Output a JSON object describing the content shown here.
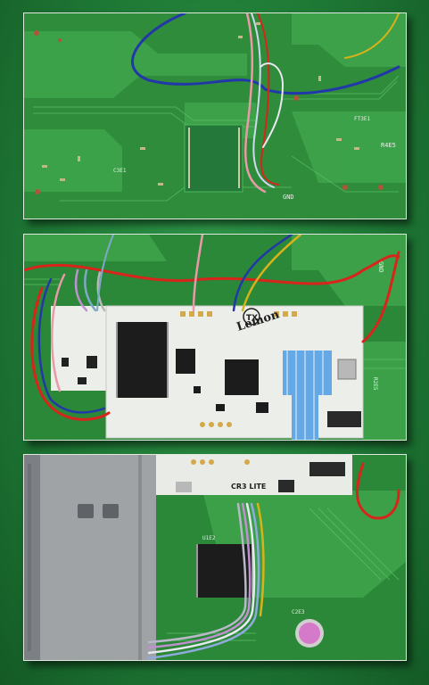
{
  "panels": [
    {
      "id": "top"
    },
    {
      "id": "middle",
      "board": {
        "logo": "Lemon",
        "mark": "TX"
      }
    },
    {
      "id": "bottom",
      "board": {
        "brand": "CR3 LITE"
      },
      "labels": {
        "chip": "U1E2",
        "cap": "C2E3"
      }
    }
  ],
  "silkscreen": {
    "gnd": "GND",
    "r1": "R4E5",
    "r2": "C3E1",
    "r3": "FT3E1",
    "r4": "R2E5"
  },
  "colors": {
    "board_green": "#2d8a3a",
    "trace_green": "#3fa24c",
    "board_white": "#eceeea",
    "wire_red": "#d8251c",
    "wire_blue": "#2338a8",
    "wire_yellow": "#d8b21a",
    "wire_pink": "#e99aa8"
  }
}
